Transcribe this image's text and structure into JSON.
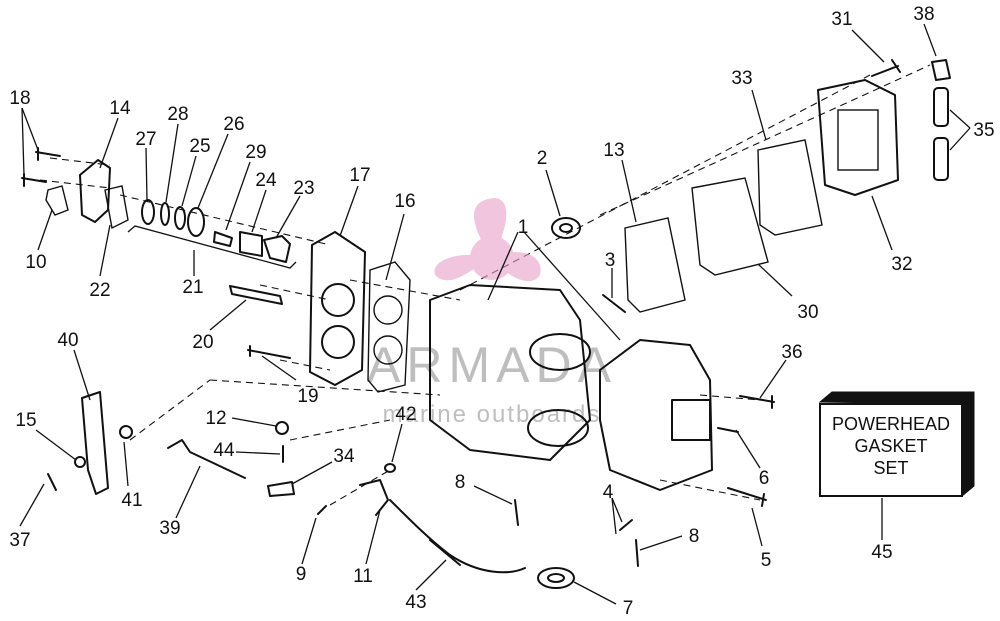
{
  "callouts": [
    {
      "id": "c1",
      "label": "1"
    },
    {
      "id": "c2",
      "label": "2"
    },
    {
      "id": "c3",
      "label": "3"
    },
    {
      "id": "c4",
      "label": "4"
    },
    {
      "id": "c5",
      "label": "5"
    },
    {
      "id": "c6",
      "label": "6"
    },
    {
      "id": "c7",
      "label": "7"
    },
    {
      "id": "c8a",
      "label": "8"
    },
    {
      "id": "c8b",
      "label": "8"
    },
    {
      "id": "c9",
      "label": "9"
    },
    {
      "id": "c10",
      "label": "10"
    },
    {
      "id": "c11",
      "label": "11"
    },
    {
      "id": "c12",
      "label": "12"
    },
    {
      "id": "c13",
      "label": "13"
    },
    {
      "id": "c14",
      "label": "14"
    },
    {
      "id": "c15",
      "label": "15"
    },
    {
      "id": "c16",
      "label": "16"
    },
    {
      "id": "c17",
      "label": "17"
    },
    {
      "id": "c18",
      "label": "18"
    },
    {
      "id": "c19",
      "label": "19"
    },
    {
      "id": "c20",
      "label": "20"
    },
    {
      "id": "c21",
      "label": "21"
    },
    {
      "id": "c22",
      "label": "22"
    },
    {
      "id": "c23",
      "label": "23"
    },
    {
      "id": "c24",
      "label": "24"
    },
    {
      "id": "c25",
      "label": "25"
    },
    {
      "id": "c26",
      "label": "26"
    },
    {
      "id": "c27",
      "label": "27"
    },
    {
      "id": "c28",
      "label": "28"
    },
    {
      "id": "c29",
      "label": "29"
    },
    {
      "id": "c30",
      "label": "30"
    },
    {
      "id": "c31",
      "label": "31"
    },
    {
      "id": "c32",
      "label": "32"
    },
    {
      "id": "c33",
      "label": "33"
    },
    {
      "id": "c34",
      "label": "34"
    },
    {
      "id": "c35",
      "label": "35"
    },
    {
      "id": "c36",
      "label": "36"
    },
    {
      "id": "c37",
      "label": "37"
    },
    {
      "id": "c38",
      "label": "38"
    },
    {
      "id": "c39",
      "label": "39"
    },
    {
      "id": "c40",
      "label": "40"
    },
    {
      "id": "c41",
      "label": "41"
    },
    {
      "id": "c42",
      "label": "42"
    },
    {
      "id": "c43",
      "label": "43"
    },
    {
      "id": "c44",
      "label": "44"
    },
    {
      "id": "c45",
      "label": "45"
    }
  ],
  "gasket_set_box": {
    "line1": "POWERHEAD",
    "line2": "GASKET",
    "line3": "SET"
  },
  "watermark": {
    "brand": "ARMADA",
    "tagline": "marine outboards",
    "color": "#e8a0c8"
  }
}
